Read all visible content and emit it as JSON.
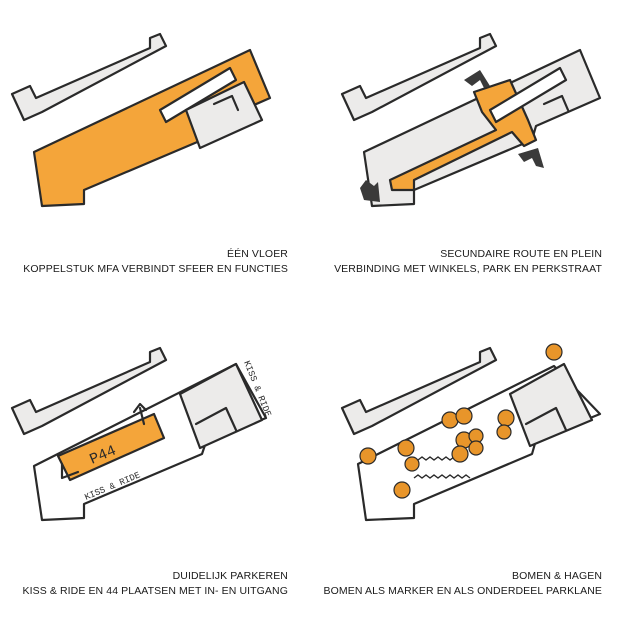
{
  "colors": {
    "orange": "#f4a53a",
    "orange_dark": "#e8952a",
    "gray": "#ecebea",
    "line": "#2a2a2a",
    "arrow": "#3a3a3a"
  },
  "panels": [
    {
      "title": "ÉÉN VLOER",
      "subtitle": "KOPPELSTUK MFA VERBINDT SFEER EN FUNCTIES"
    },
    {
      "title": "SECUNDAIRE ROUTE EN PLEIN",
      "subtitle": "VERBINDING MET WINKELS, PARK EN PERKSTRAAT"
    },
    {
      "title": "DUIDELIJK PARKEREN",
      "subtitle": "KISS & RIDE  EN 44 PLAATSEN MET IN- EN UITGANG"
    },
    {
      "title": "BOMEN & HAGEN",
      "subtitle": "BOMEN ALS MARKER EN ALS ONDERDEEL PARKLANE"
    }
  ],
  "sketch_labels": {
    "parking": "P44",
    "kiss_ride": "KISS & RIDE",
    "kiss_ride_side": "KISS & RIDE"
  }
}
